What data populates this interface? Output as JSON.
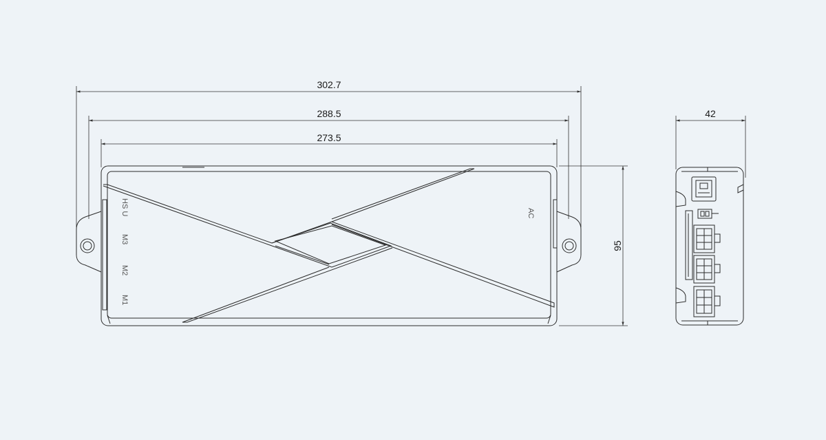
{
  "dimensions": {
    "overall_length": "302.7",
    "mount_length": "288.5",
    "body_length": "273.5",
    "height": "95",
    "depth": "42"
  },
  "port_labels": {
    "hs_u": "HS U",
    "m3": "M3",
    "m2": "M2",
    "m1": "M1",
    "ac": "AC"
  },
  "colors": {
    "background": "#eef3f7",
    "outline": "#2b2b2b",
    "dimension": "#333333"
  }
}
